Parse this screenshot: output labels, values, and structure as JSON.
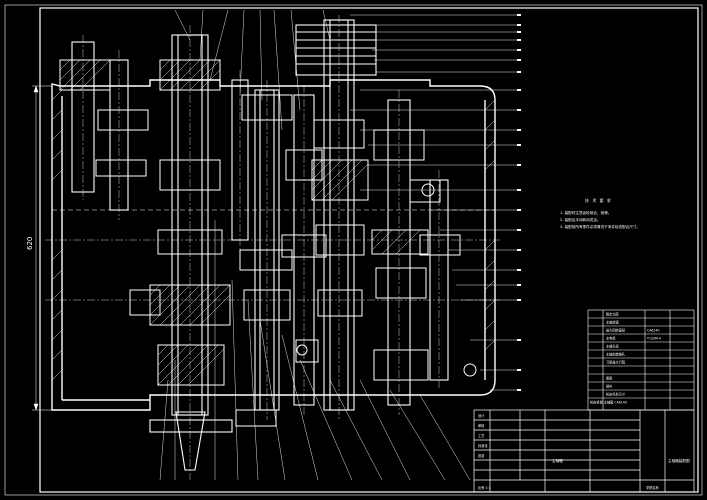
{
  "drawing": {
    "dimension_label": "620",
    "tech_notes_title": "技 术 要 求",
    "tech_notes": [
      "1. 装配时注意齿轮啮合、润滑。",
      "2. 装配后手动转动灵活。",
      "3. 装配前所有零件必须清洗干净并检查配合尺寸。"
    ],
    "colors": {
      "background": "#000000",
      "lines": "#ffffff",
      "accent": "#00c8ff"
    }
  },
  "param_table": {
    "rows": [
      [
        "额定功率",
        ""
      ],
      [
        "主轴转速",
        ""
      ],
      [
        "最大回转直径",
        "CA6140"
      ],
      [
        "主电机",
        "Y132M-4"
      ],
      [
        "主轴孔径",
        ""
      ],
      [
        "主轴前端锥孔",
        ""
      ],
      [
        "刀架最大行程",
        ""
      ],
      [
        "",
        ""
      ],
      [
        "尾座",
        ""
      ],
      [
        "操纵",
        ""
      ],
      [
        "机床外形尺寸",
        ""
      ],
      [
        "机床重量 主轴箱 CA6140",
        ""
      ]
    ]
  },
  "title_block": {
    "drawing_name": "主轴箱装配图",
    "company": "学院名称",
    "left_title": "主轴箱",
    "rows": [
      "设计",
      "审核",
      "工艺",
      "标准化",
      "批准",
      "比例 1:1"
    ]
  }
}
